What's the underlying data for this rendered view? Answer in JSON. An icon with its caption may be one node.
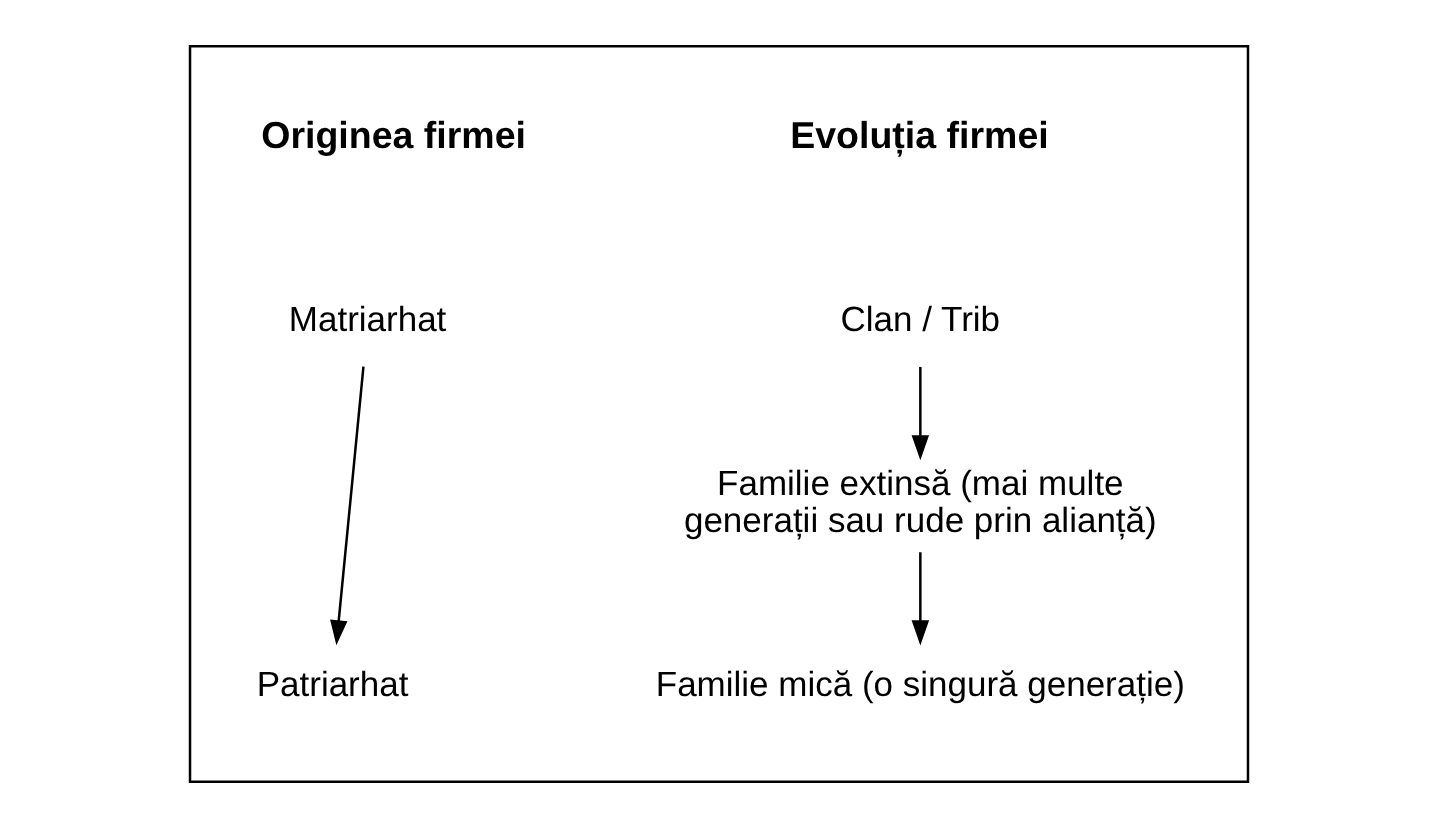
{
  "diagram": {
    "nodes": [
      {
        "text": [],
        "shape": "box"
      },
      {
        "text": [
          "Matriarhat"
        ],
        "in": 0
      },
      {
        "text": [
          "Clan / Trib"
        ],
        "in": 0
      },
      {
        "text": [
          "Familie extinsă (mai multe generații sau rude prin alianță)"
        ],
        "in": 0
      },
      {
        "text": [
          "Patriarhat"
        ],
        "in": 0
      },
      {
        "text": [
          "Familie mică (o singură generație)"
        ],
        "in": 0
      }
    ],
    "edges": [
      {
        "from": 1,
        "to": 4,
        "arrow": "to"
      },
      {
        "from": 2,
        "to": 3,
        "arrow": "to"
      },
      {
        "from": 3,
        "to": 5,
        "arrow": "to"
      }
    ],
    "labels": [
      "Originea firmei",
      "Evoluția firmei"
    ]
  }
}
